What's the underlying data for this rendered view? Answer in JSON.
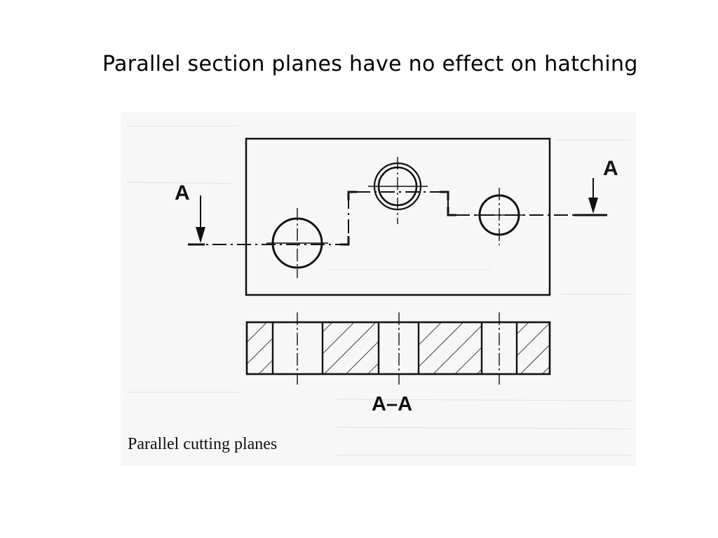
{
  "slide": {
    "title": "Parallel section planes have no effect on hatching"
  },
  "drawing": {
    "cut_label_left": "A",
    "cut_label_right": "A",
    "section_name": "A–A",
    "caption": "Parallel cutting planes"
  },
  "colors": {
    "ink": "#111111",
    "scan_shadow": "#e9e9e9",
    "background": "#ffffff"
  }
}
